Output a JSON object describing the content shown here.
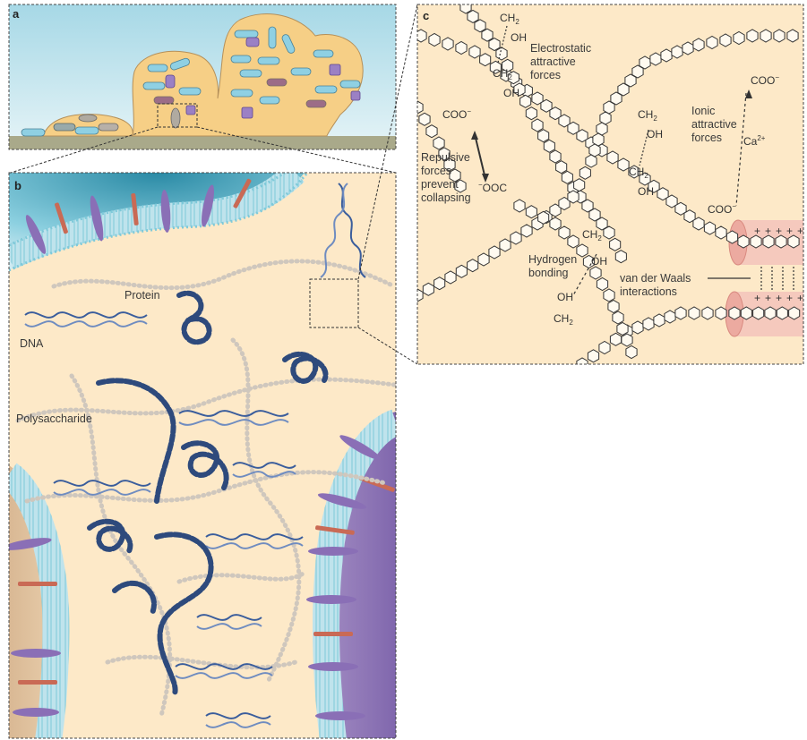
{
  "panels": {
    "a": {
      "letter": "a"
    },
    "b": {
      "letter": "b",
      "labels": {
        "protein": "Protein",
        "dna": "DNA",
        "polysaccharide": "Polysaccharide"
      }
    },
    "c": {
      "letter": "c",
      "labels": {
        "electrostatic_1": "Electrostatic",
        "electrostatic_2": "attractive",
        "electrostatic_3": "forces",
        "ionic_1": "Ionic",
        "ionic_2": "attractive",
        "ionic_3": "forces",
        "repulsive_1": "Repulsive",
        "repulsive_2": "forces",
        "repulsive_3": "prevent",
        "repulsive_4": "collapsing",
        "hbond_1": "Hydrogen",
        "hbond_2": "bonding",
        "vdw_1": "van der Waals",
        "vdw_2": "interactions"
      },
      "chem": {
        "ch": "CH",
        "two": "2",
        "oh": "OH",
        "coo": "COO",
        "ooc": "OOC",
        "minus": "−",
        "ca": "Ca",
        "two_plus": "2+",
        "plus": "+"
      }
    }
  },
  "colors": {
    "matrix": "#fde9c8",
    "cell_body": "#f6cf86",
    "membrane_head": "#7ec9d9",
    "membrane_lipid": "#9fd3e0",
    "protein_purple": "#8a6fb6",
    "protein_red": "#c96a55",
    "dna": "#3a5d9c",
    "protein_coil": "#2e4a7c",
    "vdw_pink": "#f3c3bb",
    "substrate": "#a9a98a"
  }
}
